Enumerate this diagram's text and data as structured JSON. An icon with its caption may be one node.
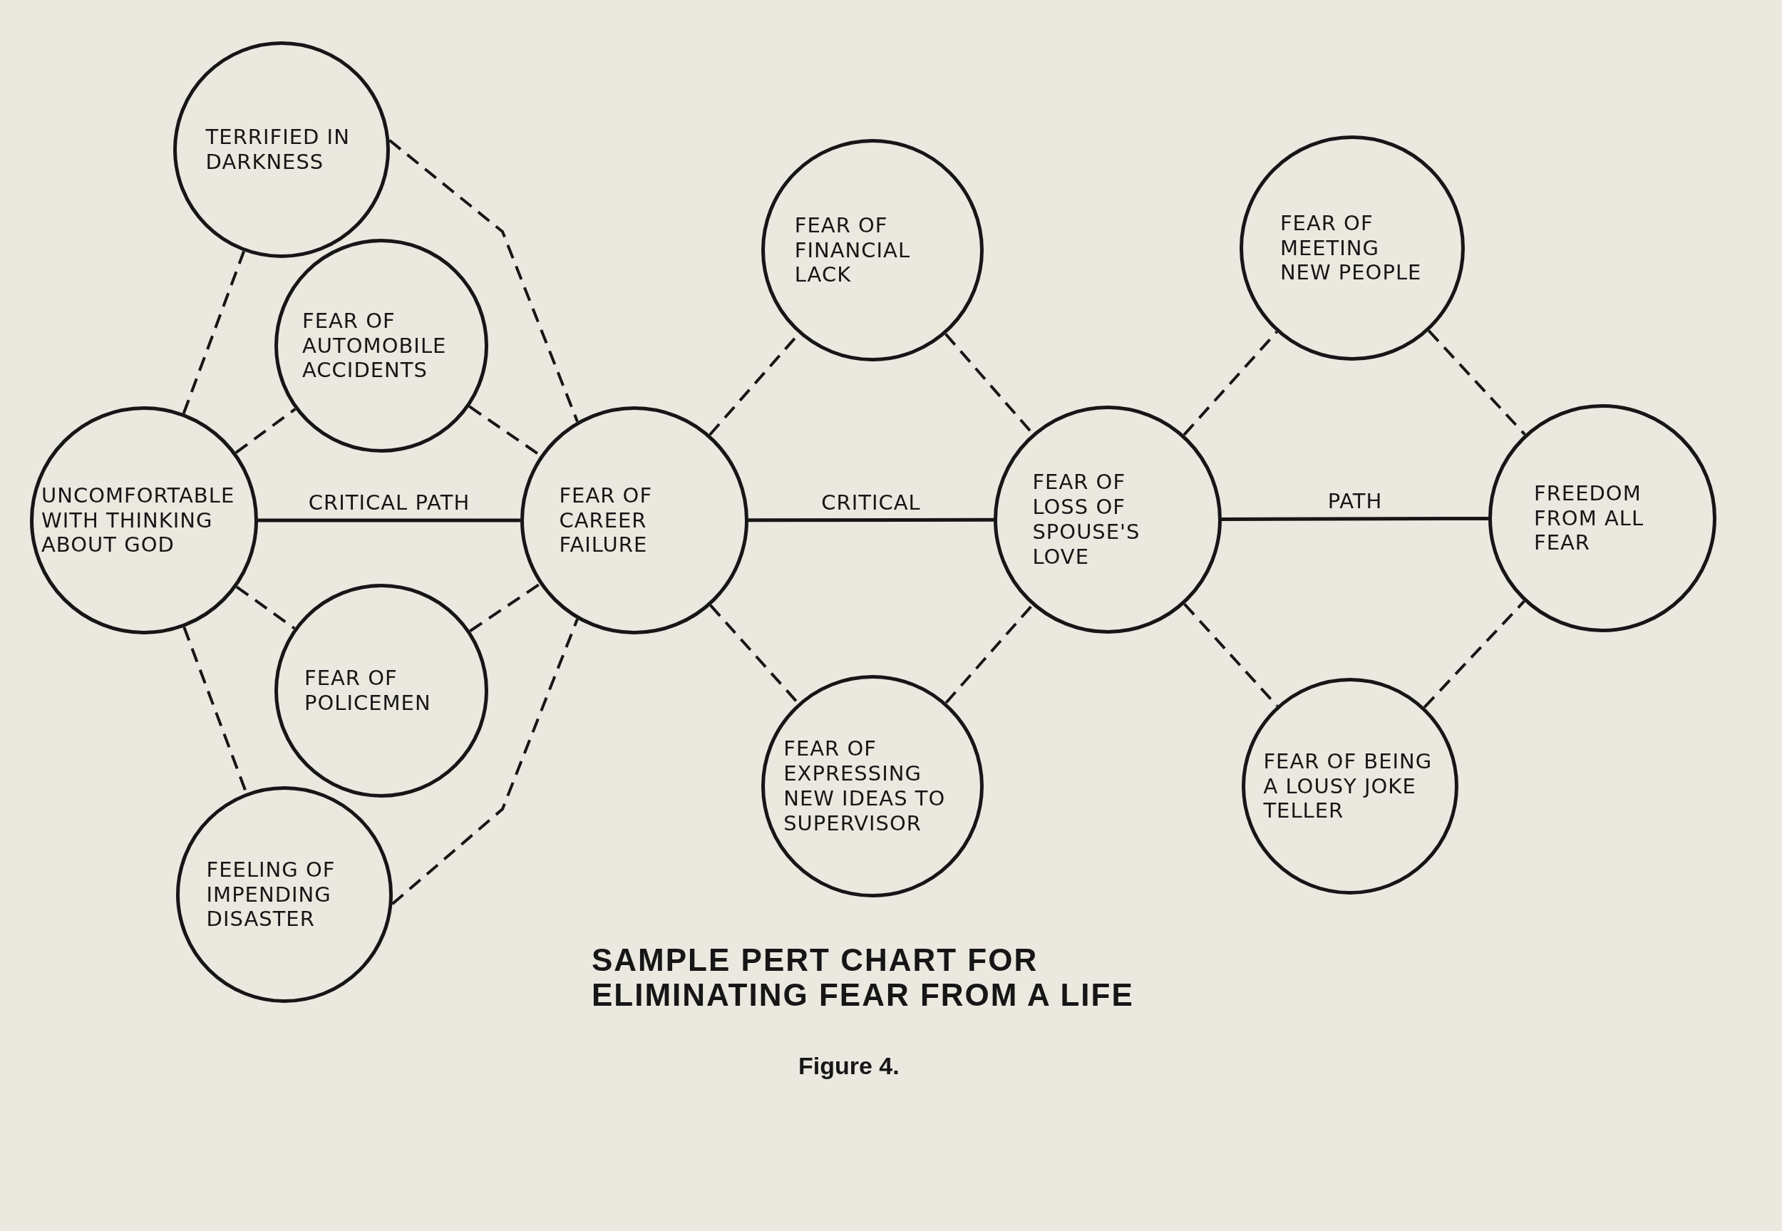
{
  "diagram": {
    "title": "SAMPLE PERT CHART FOR ELIMINATING FEAR FROM A LIFE",
    "caption": "Figure 4.",
    "nodes": [
      {
        "text": [
          "TERRIFIED IN DARKNESS"
        ]
      },
      {
        "text": [
          "FEAR OF AUTOMOBILE ACCIDENTS"
        ]
      },
      {
        "text": [
          "UNCOMFORTABLE WITH THINKING ABOUT GOD"
        ]
      },
      {
        "text": [
          "FEAR OF POLICEMEN"
        ]
      },
      {
        "text": [
          "FEELING OF IMPENDING DISASTER"
        ]
      },
      {
        "text": [
          "FEAR OF CAREER FAILURE"
        ]
      },
      {
        "text": [
          "FEAR OF FINANCIAL LACK"
        ]
      },
      {
        "text": [
          "FEAR OF EXPRESSING NEW IDEAS TO SUPERVISOR"
        ]
      },
      {
        "text": [
          "FEAR OF LOSS OF SPOUSE'S LOVE"
        ]
      },
      {
        "text": [
          "FEAR OF MEETING NEW PEOPLE"
        ]
      },
      {
        "text": [
          "FEAR OF BEING A LOUSY JOKE TELLER"
        ]
      },
      {
        "text": [
          "FREEDOM FROM ALL FEAR"
        ]
      }
    ],
    "edges": [
      {
        "from": 2,
        "to": 5,
        "arrow": "none",
        "label": "CRITICAL PATH"
      },
      {
        "from": 5,
        "to": 8,
        "arrow": "none",
        "label": "CRITICAL"
      },
      {
        "from": 8,
        "to": 11,
        "arrow": "none",
        "label": "PATH"
      },
      {
        "from": 2,
        "to": 0,
        "arrow": "none",
        "style": "dashed"
      },
      {
        "from": 0,
        "to": 5,
        "arrow": "none",
        "style": "dashed"
      },
      {
        "from": 2,
        "to": 1,
        "arrow": "none",
        "style": "dashed"
      },
      {
        "from": 1,
        "to": 5,
        "arrow": "none",
        "style": "dashed"
      },
      {
        "from": 2,
        "to": 3,
        "arrow": "none",
        "style": "dashed"
      },
      {
        "from": 3,
        "to": 5,
        "arrow": "none",
        "style": "dashed"
      },
      {
        "from": 2,
        "to": 4,
        "arrow": "none",
        "style": "dashed"
      },
      {
        "from": 4,
        "to": 5,
        "arrow": "none",
        "style": "dashed"
      },
      {
        "from": 5,
        "to": 6,
        "arrow": "none",
        "style": "dashed"
      },
      {
        "from": 6,
        "to": 8,
        "arrow": "none",
        "style": "dashed"
      },
      {
        "from": 5,
        "to": 7,
        "arrow": "none",
        "style": "dashed"
      },
      {
        "from": 7,
        "to": 8,
        "arrow": "none",
        "style": "dashed"
      },
      {
        "from": 8,
        "to": 9,
        "arrow": "none",
        "style": "dashed"
      },
      {
        "from": 9,
        "to": 11,
        "arrow": "none",
        "style": "dashed"
      },
      {
        "from": 8,
        "to": 10,
        "arrow": "none",
        "style": "dashed"
      },
      {
        "from": 10,
        "to": 11,
        "arrow": "none",
        "style": "dashed"
      }
    ]
  }
}
